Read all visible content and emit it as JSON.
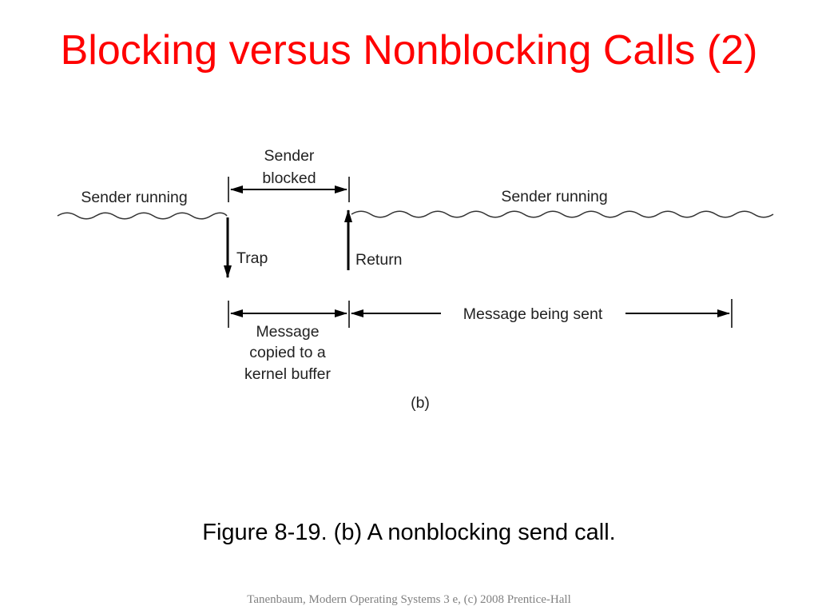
{
  "slide": {
    "title": "Blocking versus Nonblocking Calls (2)",
    "caption": "Figure 8-19. (b) A nonblocking send call.",
    "footer": "Tanenbaum, Modern Operating Systems 3 e, (c) 2008 Prentice-Hall"
  },
  "diagram": {
    "sender_running_left": "Sender running",
    "sender_running_right": "Sender running",
    "sender_blocked": [
      "Sender",
      "blocked"
    ],
    "trap": "Trap",
    "return": "Return",
    "message_copied": [
      "Message",
      "copied to a",
      "kernel buffer"
    ],
    "message_being_sent": "Message being sent",
    "panel_label": "(b)"
  }
}
